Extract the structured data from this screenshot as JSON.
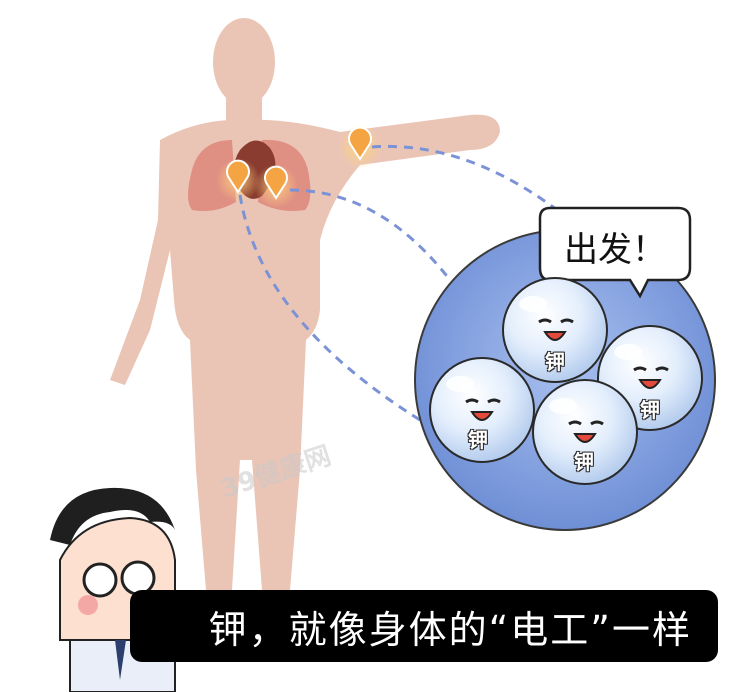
{
  "caption": "钾，就像身体的“电工”一样",
  "speech_bubble": "出发！",
  "ball_label": "钾",
  "watermark": "39健康网",
  "colors": {
    "silhouette": "#e6b6a4",
    "lungs": "#e08f83",
    "heart": "#8a3c30",
    "marker": "#f5a443",
    "dashed_path": "#7b93d6",
    "circle": "#8aa6e3",
    "caption_bg": "#000000",
    "caption_text": "#ffffff"
  },
  "icons": [
    "location-pin-icon",
    "heart-icon",
    "lungs-icon",
    "cartoon-doctor-icon",
    "potassium-ball-icon"
  ]
}
